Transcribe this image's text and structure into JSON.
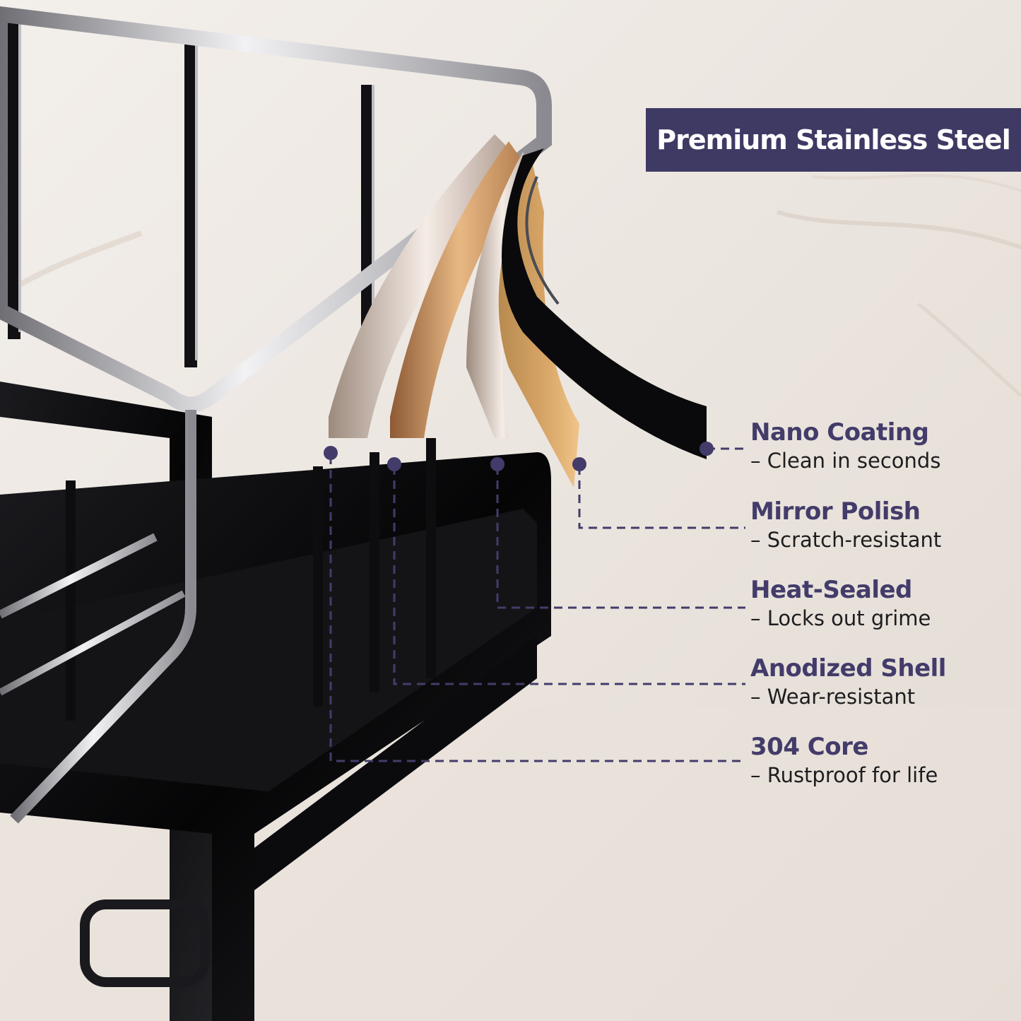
{
  "title": "Premium Stainless Steel",
  "colors": {
    "accent": "#3f3a64",
    "label": "#433c6a",
    "copper": "#d6a46f",
    "black_metal": "#0b0b0d",
    "chrome": "#c9c9cf"
  },
  "features": [
    {
      "name": "Nano Coating",
      "desc": "– Clean in seconds"
    },
    {
      "name": "Mirror Polish",
      "desc": "– Scratch-resistant"
    },
    {
      "name": "Heat-Sealed",
      "desc": "– Locks out grime"
    },
    {
      "name": "Anodized Shell",
      "desc": "– Wear-resistant"
    },
    {
      "name": "304 Core",
      "desc": "– Rustproof for life"
    }
  ]
}
